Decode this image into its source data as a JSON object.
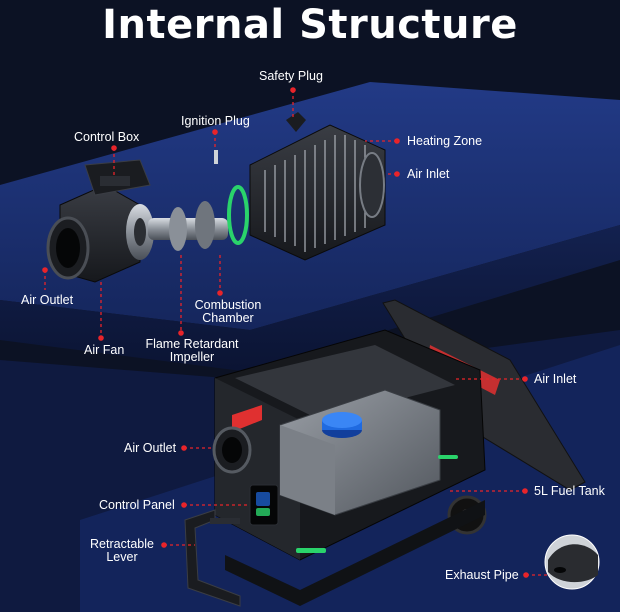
{
  "title": "Internal Structure",
  "colors": {
    "background": "#0c1224",
    "platform": "#1a2c6b",
    "leader_line": "#e8242a",
    "text": "#ffffff",
    "accent_green": "#2ad36b",
    "accent_red": "#e03030",
    "tank_cap": "#1f6ae0"
  },
  "labels": {
    "safety_plug": "Safety Plug",
    "ignition_plug": "Ignition Plug",
    "control_box": "Control Box",
    "heating_zone": "Heating Zone",
    "air_inlet_top": "Air Inlet",
    "air_outlet_top": "Air Outlet",
    "combustion_chamber_1": "Combustion",
    "combustion_chamber_2": "Chamber",
    "air_fan": "Air Fan",
    "flame_retardant_impeller_1": "Flame Retardant",
    "flame_retardant_impeller_2": "Impeller",
    "air_inlet_bottom": "Air Inlet",
    "air_outlet_bottom": "Air Outlet",
    "fuel_tank": "5L Fuel Tank",
    "control_panel": "Control Panel",
    "retractable_lever_1": "Retractable",
    "retractable_lever_2": "Lever",
    "exhaust_pipe": "Exhaust Pipe"
  }
}
